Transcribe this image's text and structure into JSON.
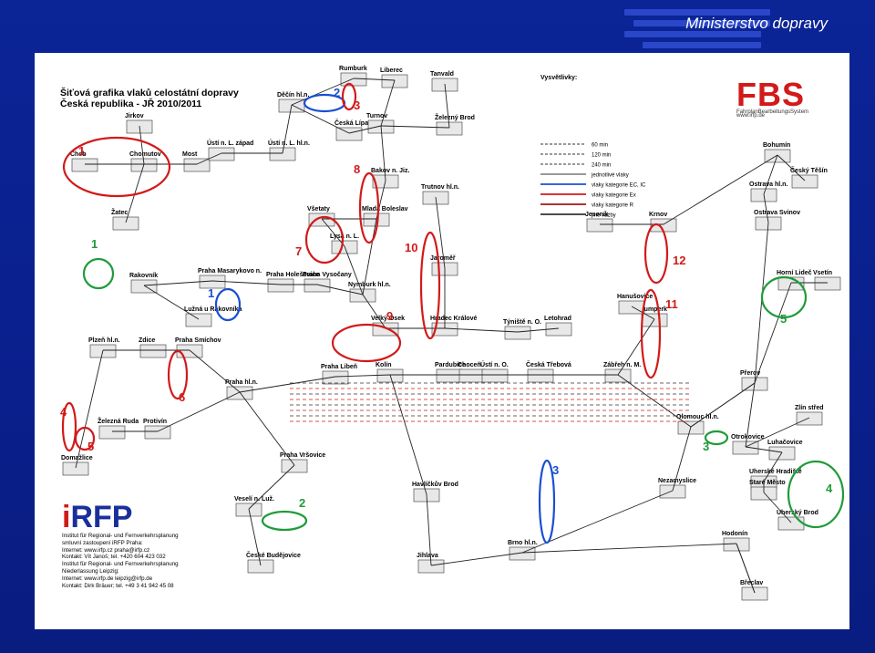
{
  "header": {
    "ministry": "Ministerstvo dopravy"
  },
  "map": {
    "title_line1": "Šiťová grafika vlaků celostátní dopravy",
    "title_line2": "Česká republika - JŘ 2010/2011",
    "legend_title": "Vysvětlivky:",
    "fbs_logo": "FBS",
    "fbs_sub": "FahrplanBearbeitungsSystem",
    "fbs_url": "www.irfp.de",
    "irfp_logo_i": "i",
    "irfp_logo_rest": "RFP",
    "irfp_lines": [
      "Institut für Regional- und Fernverkehrsplanung",
      "smluvní zastoupení iRFP Praha:",
      "Internet: www.irfp.cz    praha@irfp.cz",
      "Kontakt: Vít Janoš; tel. +420 604 423 032",
      "Institut für Regional- und Fernverkehrsplanung",
      "Niederlassung Leipzig:",
      "Internet: www.irfp.de    leipzig@irfp.de",
      "Kontakt: Dirk Bräuer; tel. +49 3 41 942 45 08"
    ],
    "legend_items": [
      "60 min",
      "120 min",
      "240 min",
      "jednotlivé vlaky",
      "vlaky kategorie EC, IC",
      "vlaky kategorie Ex",
      "vlaky kategorie R",
      "jiné vazby"
    ],
    "stations": [
      "Rumburk",
      "Liberec",
      "Tanvald",
      "Děčín hl.n.",
      "Česká Lípa",
      "Turnov",
      "Železný Brod",
      "Jirkov",
      "Cheb",
      "Chomutov",
      "Most",
      "Ústí n. L. západ",
      "Ústí n. L. hl.n.",
      "Žatec",
      "Bakov n. Jiz.",
      "Trutnov hl.n.",
      "Všetaty",
      "Mladá Boleslav",
      "Lysá n. L.",
      "Jaroměř",
      "Rakovník",
      "Praha Masarykovo n.",
      "Lužná u Rakovníka",
      "Praha Holešovice",
      "Praha Vysočany",
      "Nymburk hl.n.",
      "Velký Osek",
      "Hradec Králové",
      "Týniště n. O.",
      "Letohrad",
      "Plzeň hl.n.",
      "Zdice",
      "Praha Smíchov",
      "Praha hl.n.",
      "Praha Libeň",
      "Kolín",
      "Pardubice",
      "Choceň",
      "Ústí n. O.",
      "Česká Třebová",
      "Zábřeh n. M.",
      "Olomouc hl.n.",
      "Přerov",
      "Železná Ruda",
      "Protivín",
      "Domažlice",
      "Praha Vršovice",
      "Havlíčkův Brod",
      "Nezamyslice",
      "Veselí n. Luž.",
      "České Budějovice",
      "Jihlava",
      "Brno hl.n.",
      "Hodonín",
      "Břeclav",
      "Jeseník",
      "Krnov",
      "Šumperk",
      "Hanušovice",
      "Bohumín",
      "Český Těšín",
      "Ostrava hl.n.",
      "Ostrava Svinov",
      "Vsetín",
      "Horní Lideč",
      "Otrokovice",
      "Luhačovice",
      "Uherské Hradiště",
      "Staré Město",
      "Uherský Brod",
      "Zlín střed"
    ],
    "annotations": [
      "1",
      "2",
      "3",
      "4",
      "5",
      "6",
      "7",
      "8",
      "9",
      "10",
      "11",
      "12"
    ]
  },
  "colors": {
    "slide_bg": "#0a1f8c",
    "blue_mark": "#1a4fd1",
    "red_mark": "#d21a1a",
    "green_mark": "#1f9b3a",
    "track": "#222222"
  }
}
